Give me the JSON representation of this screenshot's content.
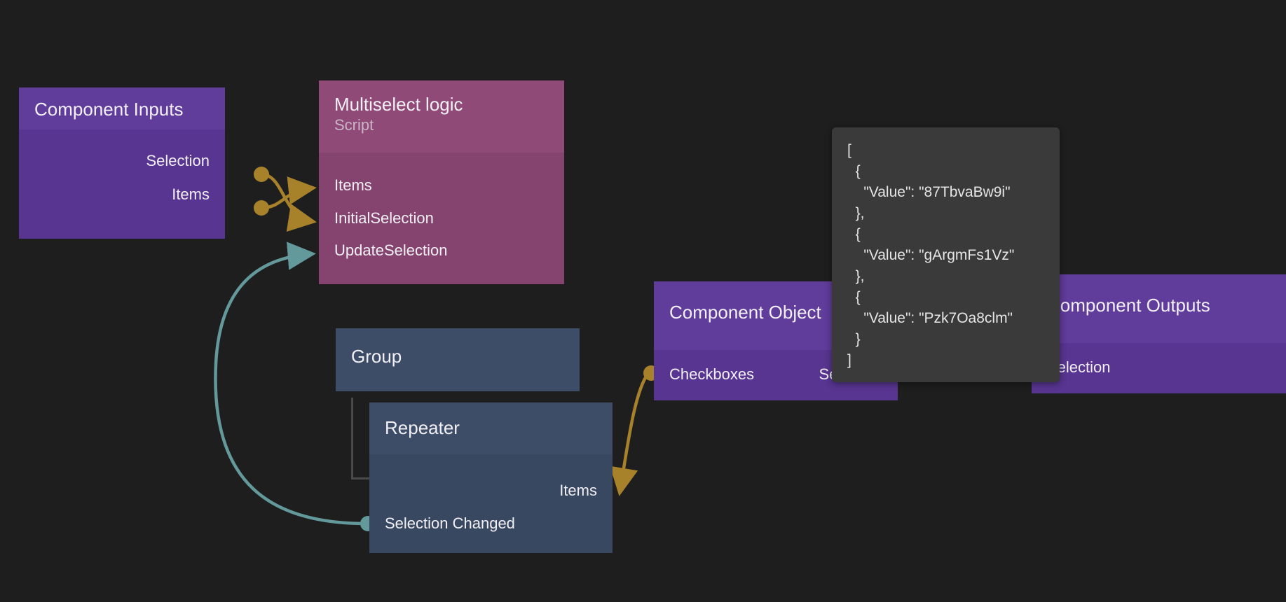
{
  "canvas": {
    "background": "#1e1e1e"
  },
  "colors": {
    "purple_header": "#603c9b",
    "purple_body": "#573590",
    "pink_header": "#904a77",
    "pink_body": "#84446f",
    "blue_header": "#3d4d67",
    "blue_body": "#384861",
    "wire_gold": "#a7822b",
    "wire_teal": "#63999b",
    "tooltip_bg": "#3a3a3a"
  },
  "nodes": {
    "component_inputs": {
      "title": "Component Inputs",
      "ports": {
        "selection": "Selection",
        "items": "Items"
      }
    },
    "multiselect_logic": {
      "title": "Multiselect logic",
      "subtitle": "Script",
      "ports": {
        "items": "Items",
        "initial_selection": "InitialSelection",
        "update_selection": "UpdateSelection"
      }
    },
    "group": {
      "title": "Group"
    },
    "repeater": {
      "title": "Repeater",
      "ports": {
        "items": "Items",
        "selection_changed": "Selection Changed"
      }
    },
    "component_object": {
      "title": "Component Object",
      "ports": {
        "checkboxes": "Checkboxes",
        "selection": "Selection"
      }
    },
    "component_outputs": {
      "title": "Component Outputs",
      "ports": {
        "selection": "Selection"
      }
    }
  },
  "tooltip": {
    "json_text": "[\n  {\n    \"Value\": \"87TbvaBw9i\"\n  },\n  {\n    \"Value\": \"gArgmFs1Vz\"\n  },\n  {\n    \"Value\": \"Pzk7Oa8clm\"\n  }\n]",
    "values": [
      "87TbvaBw9i",
      "gArgmFs1Vz",
      "Pzk7Oa8clm"
    ],
    "key_name": "Value"
  },
  "connections": [
    {
      "from": "component_inputs.Selection",
      "to": "multiselect_logic.InitialSelection",
      "color": "#a7822b"
    },
    {
      "from": "component_inputs.Items",
      "to": "multiselect_logic.Items",
      "color": "#a7822b"
    },
    {
      "from": "repeater.Selection Changed",
      "to": "multiselect_logic.UpdateSelection",
      "color": "#63999b"
    },
    {
      "from": "component_object.Checkboxes",
      "to": "repeater.Items",
      "color": "#a7822b"
    },
    {
      "from": "component_object.Selection",
      "to": "component_outputs.Selection",
      "color": "#a7822b"
    }
  ]
}
